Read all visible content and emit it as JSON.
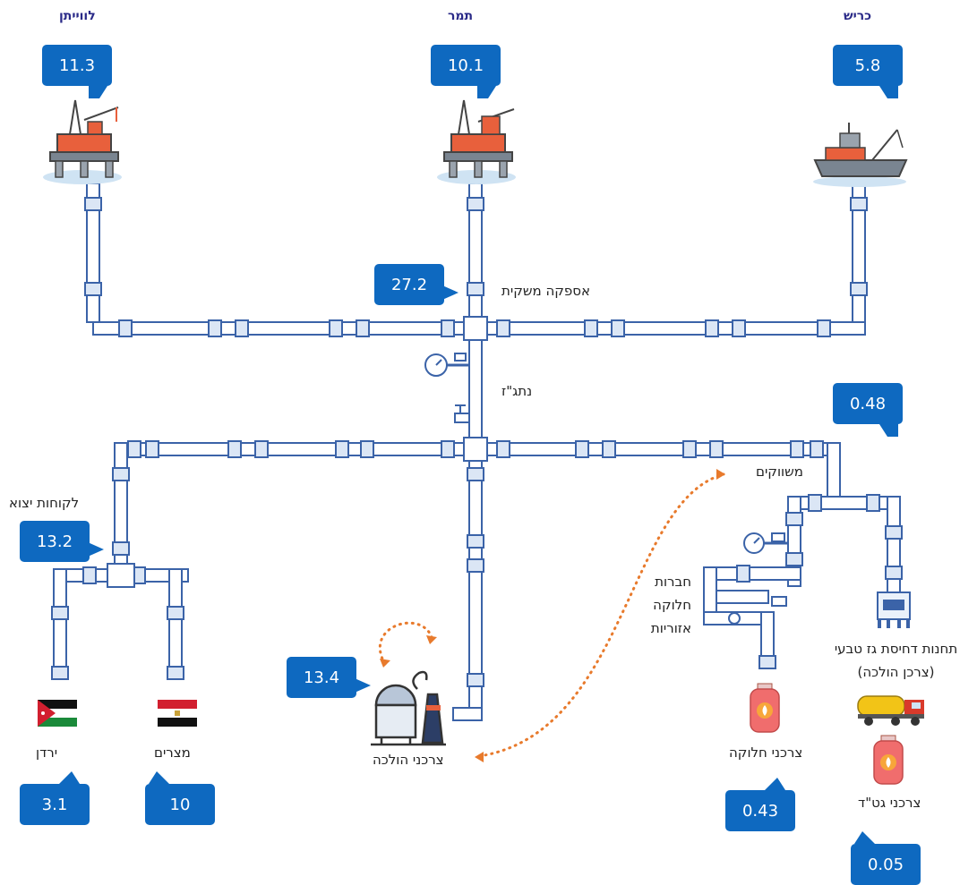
{
  "sources": {
    "leviathan": {
      "name": "לווייתן",
      "value": "11.3"
    },
    "tamar": {
      "name": "תמר",
      "value": "10.1"
    },
    "karish": {
      "name": "כריש",
      "value": "5.8"
    }
  },
  "domestic_supply": {
    "label": "אספקה משקית",
    "value": "27.2"
  },
  "natag_label": "נתג\"ז",
  "export": {
    "label": "לקוחות יצוא",
    "value": "13.2"
  },
  "jordan": {
    "label": "ירדן",
    "value": "3.1"
  },
  "egypt": {
    "label": "מצרים",
    "value": "10"
  },
  "power_consumers": {
    "label": "צרכני הולכה",
    "value": "13.4"
  },
  "marketers": {
    "label": "משווקים",
    "value": "0.48"
  },
  "distribution_companies": {
    "line1": "חברות",
    "line2": "חלוקה",
    "line3": "אזוריות"
  },
  "distribution_consumers": {
    "label": "צרכני חלוקה",
    "value": "0.43"
  },
  "cng_stations": {
    "line1": "תחנות דחיסת גז טבעי",
    "line2": "(צרכן הולכה)"
  },
  "lng_consumers": {
    "label": "צרכני גט\"ד",
    "value": "0.05"
  },
  "colors": {
    "pipe": "#3b63a8",
    "bubble": "#0e69c0",
    "arrow": "#e87a2c",
    "source_text": "#2a2a88"
  }
}
